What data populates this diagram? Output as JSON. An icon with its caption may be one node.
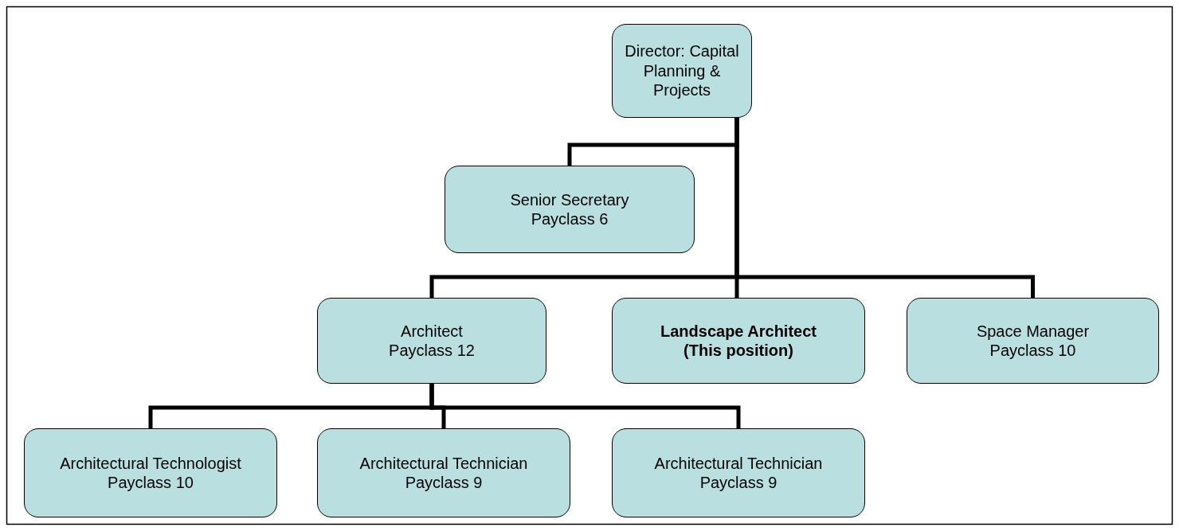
{
  "diagram": {
    "nodes": [
      {
        "text": [
          "Director: Capital Planning & Projects"
        ]
      },
      {
        "text": [
          "Senior Secretary",
          "Payclass 6"
        ]
      },
      {
        "text": [
          "Architect",
          "Payclass 12"
        ]
      },
      {
        "text": [
          "Landscape Architect (This position)"
        ]
      },
      {
        "text": [
          "Space Manager",
          "Payclass 10"
        ]
      },
      {
        "text": [
          "Architectural Technologist",
          "Payclass 10"
        ]
      },
      {
        "text": [
          "Architectural Technician",
          "Payclass 9"
        ]
      },
      {
        "text": [
          "Architectural Technician",
          "Payclass 9"
        ]
      }
    ],
    "edges": [
      {
        "from": 0,
        "to": 1,
        "arrow": "none"
      },
      {
        "from": 0,
        "to": 2,
        "arrow": "none"
      },
      {
        "from": 0,
        "to": 3,
        "arrow": "none"
      },
      {
        "from": 0,
        "to": 4,
        "arrow": "none"
      },
      {
        "from": 2,
        "to": 5,
        "arrow": "none"
      },
      {
        "from": 2,
        "to": 6,
        "arrow": "none"
      },
      {
        "from": 2,
        "to": 7,
        "arrow": "none"
      }
    ]
  }
}
